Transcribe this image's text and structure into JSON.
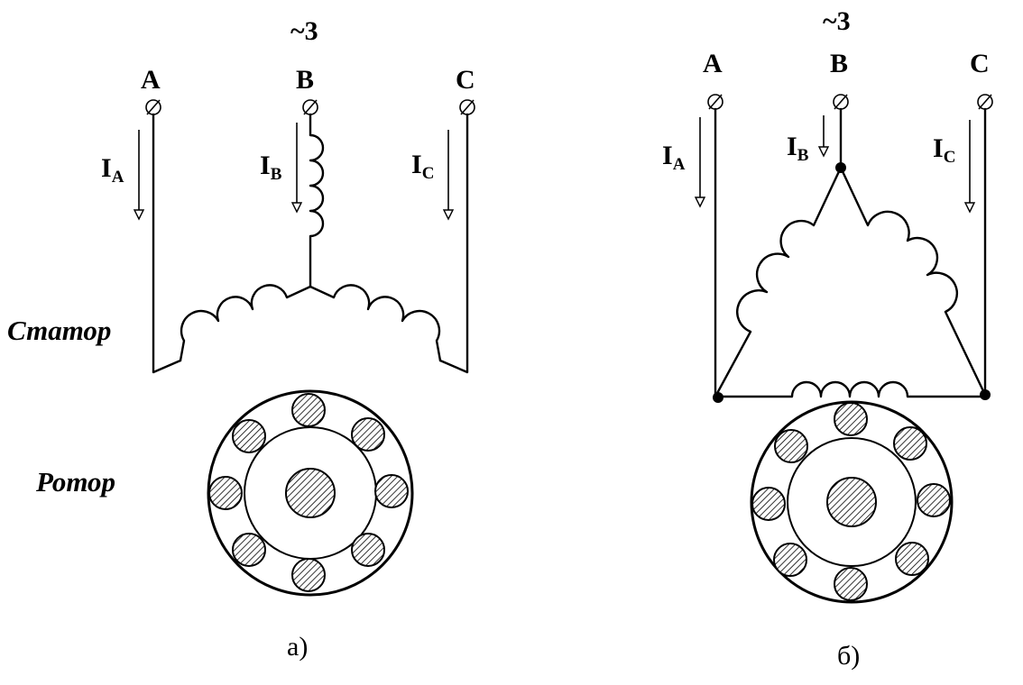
{
  "supply": "~3",
  "phases": [
    "A",
    "B",
    "C"
  ],
  "currents": {
    "symbol": "I",
    "subscripts": [
      "A",
      "B",
      "C"
    ]
  },
  "labels": {
    "stator": "Статор",
    "rotor": "Ротор"
  },
  "captions": {
    "a": "а)",
    "b": "б)"
  }
}
